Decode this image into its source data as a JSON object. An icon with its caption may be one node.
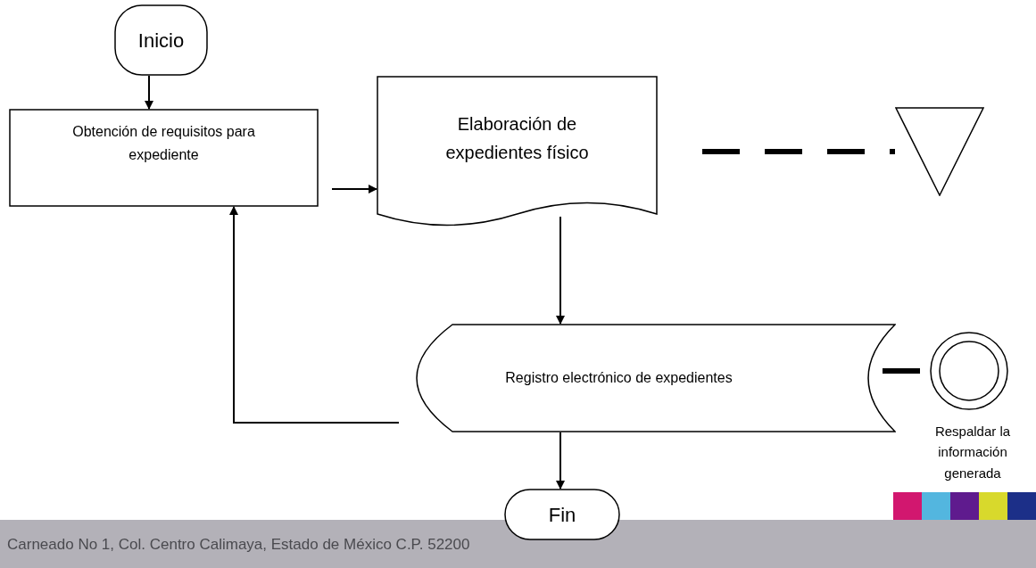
{
  "diagram": {
    "nodes": [
      {
        "text": [
          "Inicio"
        ]
      },
      {
        "text": [
          "Obtención de requisitos para expediente"
        ]
      },
      {
        "text": [
          "Elaboración de expedientes físico"
        ]
      },
      {
        "text": [],
        "shape": "triangle"
      },
      {
        "text": [
          "Registro electrónico de expedientes"
        ]
      },
      {
        "text": [],
        "shape": "circle",
        "beside": [
          "Respaldar la información generada"
        ]
      },
      {
        "text": [
          "Fin"
        ]
      }
    ],
    "edges": [
      {
        "from": 0,
        "to": 1,
        "arrow": "to"
      },
      {
        "from": 1,
        "to": 2,
        "arrow": "to"
      },
      {
        "from": 2,
        "to": 4,
        "arrow": "to"
      },
      {
        "from": 4,
        "to": 1,
        "arrow": "to"
      },
      {
        "from": 2,
        "to": 3,
        "arrow": "none",
        "style": "dashed"
      },
      {
        "from": 4,
        "to": 5,
        "arrow": "none",
        "style": "dashed"
      },
      {
        "from": 4,
        "to": 6,
        "arrow": "to"
      }
    ],
    "labels": [
      "Carneado No 1, Col. Centro Calimaya, Estado de México C.P. 52200"
    ]
  }
}
